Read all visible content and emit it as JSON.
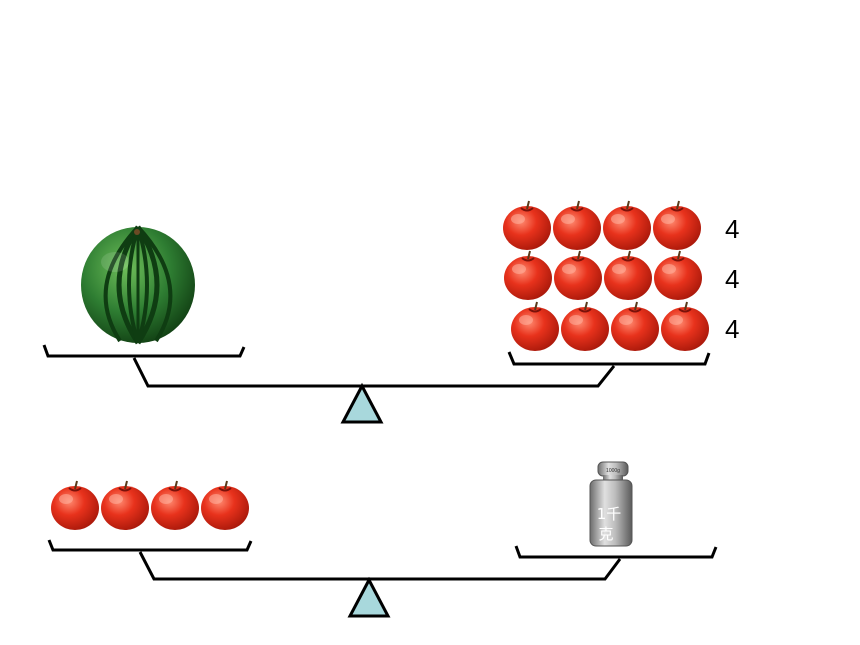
{
  "scale1": {
    "left_item": "watermark-watermelon",
    "right_apple_rows": [
      {
        "count": 4,
        "label": "4"
      },
      {
        "count": 4,
        "label": "4"
      },
      {
        "count": 4,
        "label": "4"
      }
    ]
  },
  "scale2": {
    "left_apple_count": 4,
    "weight": {
      "line1": "1千",
      "line2": "克",
      "top_text": "1000g"
    }
  },
  "colors": {
    "apple": "#e8321c",
    "apple_dark": "#b81a0c",
    "watermelon": "#2e7d32",
    "watermelon_stripe": "#0f3d12",
    "fulcrum": "#a8d8dc",
    "weight": "#9e9e9e"
  }
}
